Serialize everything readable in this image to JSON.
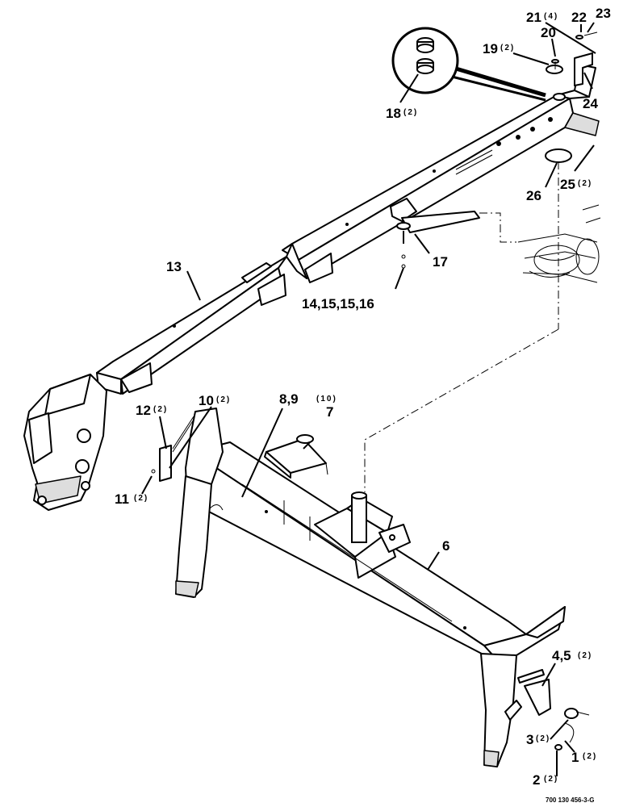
{
  "diagram": {
    "callouts": {
      "c1": {
        "num": "1",
        "qty": "(2)"
      },
      "c2": {
        "num": "2",
        "qty": "(2)"
      },
      "c3": {
        "num": "3",
        "qty": "(2)"
      },
      "c45": {
        "num": "4,5",
        "qty": "(2)"
      },
      "c6": {
        "num": "6",
        "qty": ""
      },
      "c7": {
        "num": "7",
        "qty": ""
      },
      "c89": {
        "num": "8,9",
        "qty": "(10)"
      },
      "c10": {
        "num": "10",
        "qty": "(2)"
      },
      "c11": {
        "num": "11",
        "qty": "(2)"
      },
      "c12": {
        "num": "12",
        "qty": "(2)"
      },
      "c13": {
        "num": "13",
        "qty": ""
      },
      "c1416": {
        "num": "14,15,15,16",
        "qty": ""
      },
      "c17": {
        "num": "17",
        "qty": ""
      },
      "c18": {
        "num": "18",
        "qty": "(2)"
      },
      "c19": {
        "num": "19",
        "qty": "(2)"
      },
      "c20": {
        "num": "20",
        "qty": ""
      },
      "c21": {
        "num": "21",
        "qty": "(4)"
      },
      "c22": {
        "num": "22",
        "qty": ""
      },
      "c23": {
        "num": "23",
        "qty": ""
      },
      "c24": {
        "num": "24",
        "qty": ""
      },
      "c25": {
        "num": "25",
        "qty": "(2)"
      },
      "c26": {
        "num": "26",
        "qty": ""
      }
    },
    "reference_number": "700 130 456-3-G"
  }
}
